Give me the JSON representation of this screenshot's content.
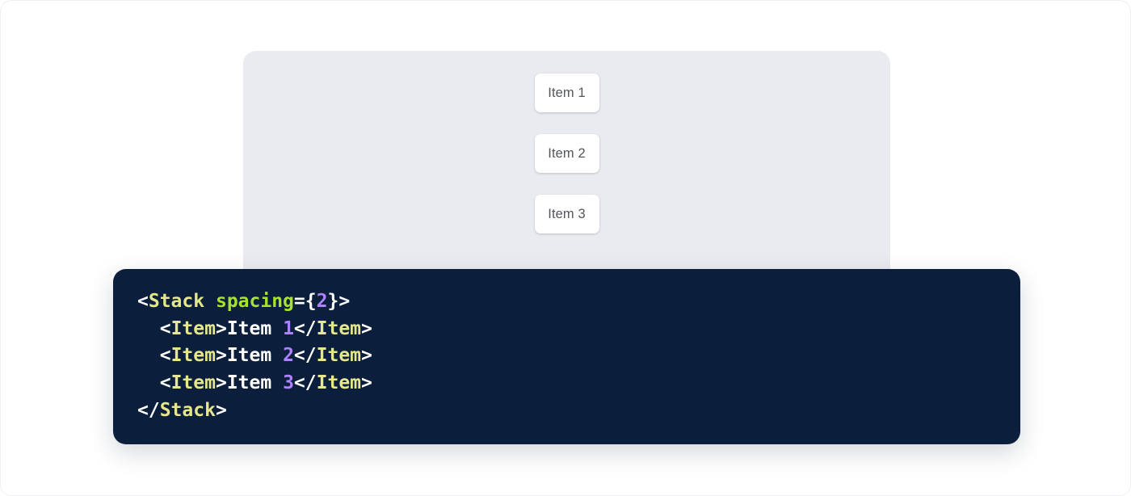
{
  "preview": {
    "background_color": "#e9ebf0",
    "items": [
      {
        "label": "Item 1"
      },
      {
        "label": "Item 2"
      },
      {
        "label": "Item 3"
      }
    ]
  },
  "code": {
    "background_color": "#0b1f3c",
    "language": "jsx",
    "colors": {
      "tag": "#e6e68a",
      "attribute": "#a6e22e",
      "number": "#ae81ff",
      "punctuation": "#ffffff",
      "text": "#ffffff"
    },
    "lines": [
      {
        "indent": "",
        "tokens": [
          {
            "t": "punct",
            "v": "<"
          },
          {
            "t": "tag",
            "v": "Stack"
          },
          {
            "t": "text",
            "v": " "
          },
          {
            "t": "attr",
            "v": "spacing"
          },
          {
            "t": "punct",
            "v": "={"
          },
          {
            "t": "num",
            "v": "2"
          },
          {
            "t": "punct",
            "v": "}>"
          }
        ]
      },
      {
        "indent": "  ",
        "tokens": [
          {
            "t": "punct",
            "v": "<"
          },
          {
            "t": "tag",
            "v": "Item"
          },
          {
            "t": "punct",
            "v": ">"
          },
          {
            "t": "text",
            "v": "Item "
          },
          {
            "t": "num",
            "v": "1"
          },
          {
            "t": "punct",
            "v": "</"
          },
          {
            "t": "tag",
            "v": "Item"
          },
          {
            "t": "punct",
            "v": ">"
          }
        ]
      },
      {
        "indent": "  ",
        "tokens": [
          {
            "t": "punct",
            "v": "<"
          },
          {
            "t": "tag",
            "v": "Item"
          },
          {
            "t": "punct",
            "v": ">"
          },
          {
            "t": "text",
            "v": "Item "
          },
          {
            "t": "num",
            "v": "2"
          },
          {
            "t": "punct",
            "v": "</"
          },
          {
            "t": "tag",
            "v": "Item"
          },
          {
            "t": "punct",
            "v": ">"
          }
        ]
      },
      {
        "indent": "  ",
        "tokens": [
          {
            "t": "punct",
            "v": "<"
          },
          {
            "t": "tag",
            "v": "Item"
          },
          {
            "t": "punct",
            "v": ">"
          },
          {
            "t": "text",
            "v": "Item "
          },
          {
            "t": "num",
            "v": "3"
          },
          {
            "t": "punct",
            "v": "</"
          },
          {
            "t": "tag",
            "v": "Item"
          },
          {
            "t": "punct",
            "v": ">"
          }
        ]
      },
      {
        "indent": "",
        "tokens": [
          {
            "t": "punct",
            "v": "</"
          },
          {
            "t": "tag",
            "v": "Stack"
          },
          {
            "t": "punct",
            "v": ">"
          }
        ]
      }
    ],
    "plain_text": "<Stack spacing={2}>\n  <Item>Item 1</Item>\n  <Item>Item 2</Item>\n  <Item>Item 3</Item>\n</Stack>"
  }
}
